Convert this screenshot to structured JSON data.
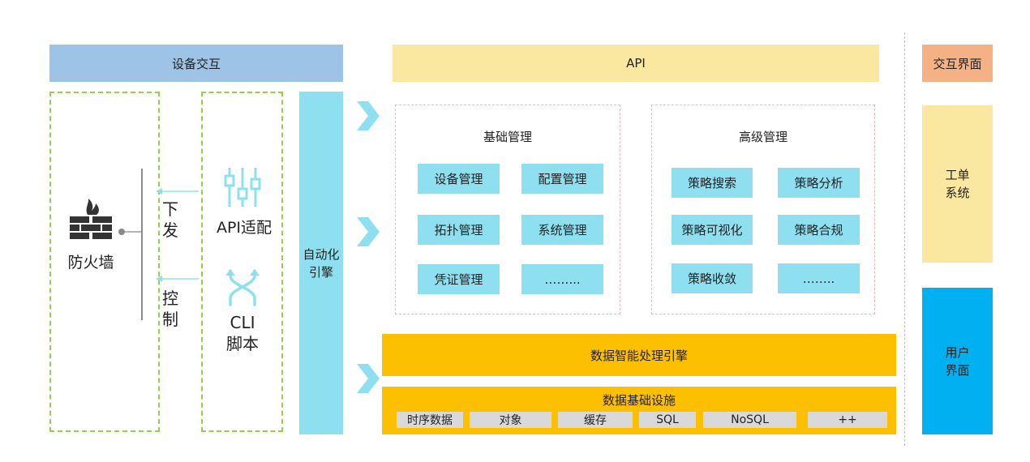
{
  "header": {
    "device_interaction": "设备交互",
    "api": "API",
    "interaction_ui": "交互界面"
  },
  "left": {
    "firewall_label": "防火墙",
    "downlink_label": "下\n发",
    "control_label": "控\n制",
    "api_adapter_label": "API适配",
    "cli_script_label": "CLI\n脚本"
  },
  "automation_engine": "自动化\n引擎",
  "basic_mgmt": {
    "title": "基础管理",
    "items": [
      "设备管理",
      "配置管理",
      "拓扑管理",
      "系统管理",
      "凭证管理",
      "……..."
    ]
  },
  "advanced_mgmt": {
    "title": "高级管理",
    "items": [
      "策略搜索",
      "策略分析",
      "策略可视化",
      "策略合规",
      "策略收敛",
      "…….."
    ]
  },
  "data_engine": "数据智能处理引擎",
  "data_infra": {
    "title": "数据基础设施",
    "items": [
      "时序数据",
      "对象",
      "缓存",
      "SQL",
      "NoSQL",
      "++"
    ]
  },
  "right": {
    "work_order_system": "工单\n系统",
    "user_interface": "用户\n界面"
  },
  "colors": {
    "header_blue": "#9dc3e6",
    "api_yellow": "#fbe8a0",
    "interaction_orange": "#f4b183",
    "cyan": "#8ee0f0",
    "engine_orange": "#fcc000",
    "user_blue": "#00b0f0",
    "dashed_green": "#92d050"
  },
  "icons": [
    "firewall-icon",
    "sliders-icon",
    "shuffle-icon",
    "chevron-right-icon"
  ]
}
